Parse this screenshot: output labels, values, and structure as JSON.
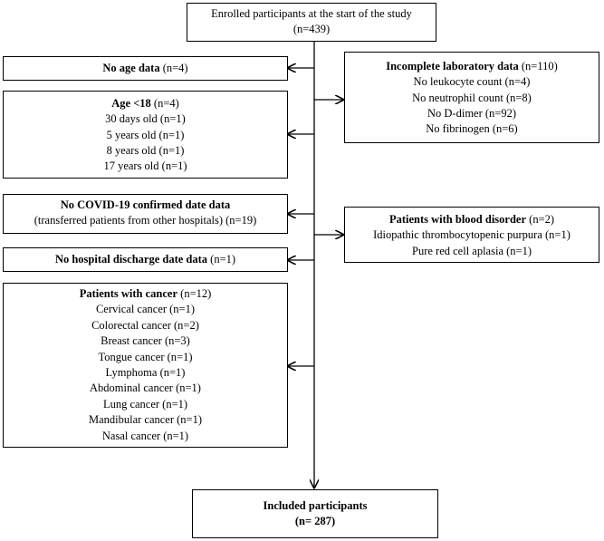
{
  "start": {
    "line1": "Enrolled participants at the start of the study",
    "line2": "(n=439)"
  },
  "no_age": {
    "bold": "No age data",
    "count": " (n=4)"
  },
  "age_under_18": {
    "bold": "Age <18",
    "count": " (n=4)",
    "items": [
      "30 days old (n=1)",
      "5 years old (n=1)",
      "8 years old (n=1)",
      "17 years old (n=1)"
    ]
  },
  "covid_date": {
    "bold": "No COVID-19 confirmed date data",
    "detail": "(transferred patients from other hospitals) (n=19)"
  },
  "discharge": {
    "bold": "No hospital discharge date data",
    "count": " (n=1)"
  },
  "cancer": {
    "bold": "Patients with cancer",
    "count": " (n=12)",
    "items": [
      "Cervical cancer (n=1)",
      "Colorectal cancer (n=2)",
      "Breast cancer (n=3)",
      "Tongue cancer (n=1)",
      "Lymphoma (n=1)",
      "Abdominal cancer (n=1)",
      "Lung cancer (n=1)",
      "Mandibular cancer (n=1)",
      "Nasal cancer (n=1)"
    ]
  },
  "lab": {
    "bold": "Incomplete laboratory data",
    "count": " (n=110)",
    "items": [
      "No leukocyte count (n=4)",
      "No neutrophil count (n=8)",
      "No D-dimer (n=92)",
      "No fibrinogen (n=6)"
    ]
  },
  "blood": {
    "bold": "Patients with blood disorder",
    "count": " (n=2)",
    "items": [
      "Idiopathic thrombocytopenic purpura (n=1)",
      "Pure red cell aplasia (n=1)"
    ]
  },
  "final": {
    "line1": "Included participants",
    "line2": "(n= 287)"
  }
}
